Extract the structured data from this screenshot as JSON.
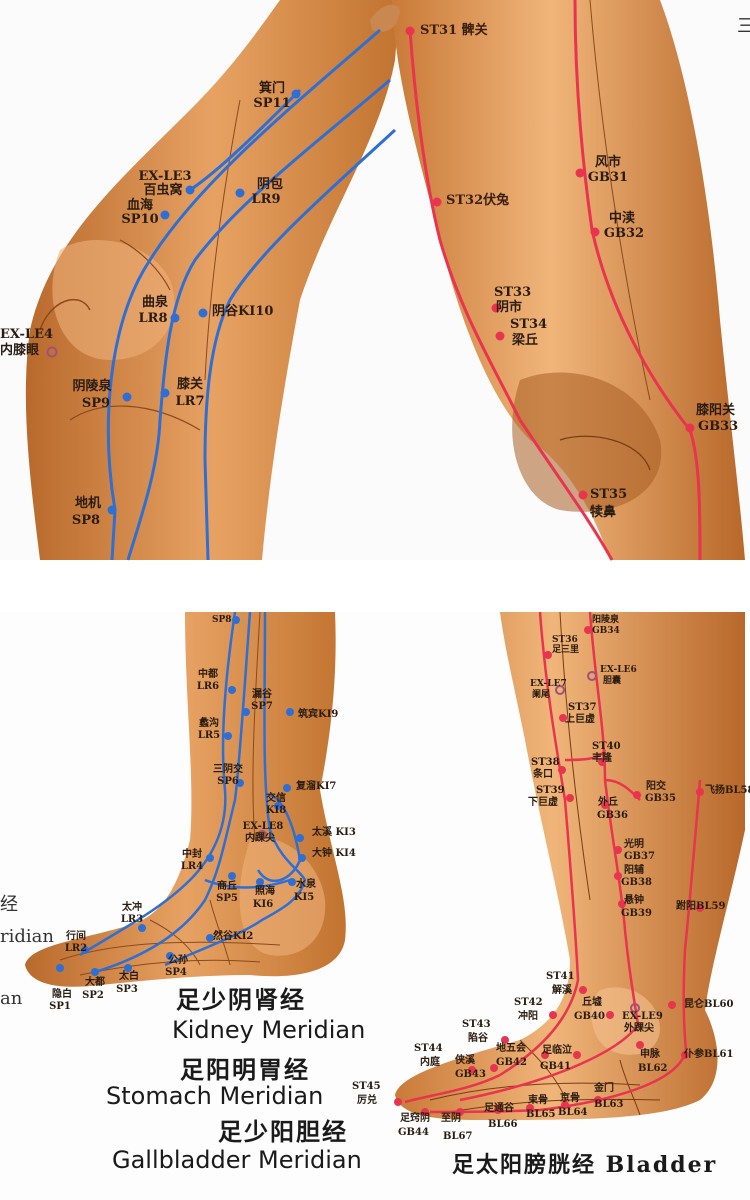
{
  "points_upper": {
    "st31": "ST31 髀关",
    "sp11": [
      "箕门",
      "SP11"
    ],
    "exle3": [
      "EX-LE3",
      "百虫窝"
    ],
    "sp10": [
      "血海",
      "SP10"
    ],
    "lr9": [
      "阴包",
      "LR9"
    ],
    "st32": "ST32伏兔",
    "gb31": [
      "风市",
      "GB31"
    ],
    "gb32": [
      "中渎",
      "GB32"
    ],
    "lr8": [
      "曲泉",
      "LR8"
    ],
    "ki10": "阴谷KI10",
    "st33": [
      "ST33",
      "阴市"
    ],
    "st34": [
      "ST34",
      "梁丘"
    ],
    "exle4": [
      "EX-LE4",
      "内膝眼"
    ],
    "sp9": [
      "阴陵泉",
      "SP9"
    ],
    "lr7": [
      "膝关",
      "LR7"
    ],
    "gb33": [
      "膝阳关",
      "GB33"
    ],
    "st35": [
      "ST35",
      "犊鼻"
    ],
    "sp8": [
      "地机",
      "SP8"
    ]
  },
  "points_lower": {
    "sp8top": "SP8",
    "lr6": [
      "中都",
      "LR6"
    ],
    "sp7": [
      "漏谷",
      "SP7"
    ],
    "ki9": "筑宾KI9",
    "lr5": [
      "蠡沟",
      "LR5"
    ],
    "sp6": [
      "三阴交",
      "SP6"
    ],
    "ki7": "复溜KI7",
    "ki8": [
      "交信",
      "KI8"
    ],
    "exle8": [
      "EX-LE8",
      "内踝尖"
    ],
    "ki3": "太溪 KI3",
    "ki4": "大钟 KI4",
    "lr4": [
      "中封",
      "LR4"
    ],
    "sp5": [
      "商丘",
      "SP5"
    ],
    "ki6": [
      "照海",
      "KI6"
    ],
    "ki5": [
      "水泉",
      "KI5"
    ],
    "lr3": [
      "太冲",
      "LR3"
    ],
    "lr2": [
      "行间",
      "LR2"
    ],
    "ki2": "然谷KI2",
    "sp4": [
      "公孙",
      "SP4"
    ],
    "sp3": [
      "太白",
      "SP3"
    ],
    "sp2": [
      "大都",
      "SP2"
    ],
    "sp1": [
      "隐白",
      "SP1"
    ],
    "gb34": [
      "阳陵泉",
      "GB34"
    ],
    "st36": [
      "ST36",
      "足三里"
    ],
    "exle6": [
      "EX-LE6",
      "胆囊"
    ],
    "exle7": [
      "EX-LE7",
      "阑尾"
    ],
    "st37": [
      "ST37",
      "上巨虚"
    ],
    "st40": [
      "ST40",
      "丰隆"
    ],
    "st38": [
      "ST38",
      "条口"
    ],
    "gb35": [
      "阳交",
      "GB35"
    ],
    "bl58": "飞扬BL58",
    "st39": [
      "ST39",
      "下巨虚"
    ],
    "gb36": [
      "外丘",
      "GB36"
    ],
    "gb37": [
      "光明",
      "GB37"
    ],
    "gb38": [
      "阳辅",
      "GB38"
    ],
    "gb39": [
      "悬钟",
      "GB39"
    ],
    "bl59": "跗阳BL59",
    "st41": [
      "ST41",
      "解溪"
    ],
    "st42": [
      "ST42",
      "冲阳"
    ],
    "gb40": [
      "丘墟",
      "GB40"
    ],
    "exle9": [
      "EX-LE9",
      "外踝尖"
    ],
    "bl60": "昆仑BL60",
    "st43": [
      "ST43",
      "陷谷"
    ],
    "st44": [
      "ST44",
      "内庭"
    ],
    "gb43": [
      "侠溪",
      "GB43"
    ],
    "gb42": [
      "地五会",
      "GB42"
    ],
    "gb41": [
      "足临泣",
      "GB41"
    ],
    "bl62": [
      "申脉",
      "BL62"
    ],
    "bl61": "仆参BL61",
    "st45": [
      "ST45",
      "厉兑"
    ],
    "gb44": [
      "足窍阴",
      "GB44"
    ],
    "bl67": [
      "至阴",
      "BL67"
    ],
    "bl66": [
      "足通谷",
      "BL66"
    ],
    "bl65": [
      "束骨",
      "BL65"
    ],
    "bl64": [
      "京骨",
      "BL64"
    ],
    "bl63": [
      "金门",
      "BL63"
    ]
  },
  "legend": {
    "kidney_cn": "足少阴肾经",
    "kidney_en": "Kidney Meridian",
    "stomach_cn": "足阳明胃经",
    "stomach_en": "Stomach Meridian",
    "gallbladder_cn": "足少阳胆经",
    "gallbladder_en": "Gallbladder Meridian",
    "bladder": "足太阳膀胱经 Bladder"
  },
  "edge_fragments": {
    "top_right": "三",
    "left_cn": "经",
    "left_en": "ridian",
    "left_en2": "an"
  },
  "colors": {
    "yin_meridian": "#2e6fd6",
    "yang_meridian": "#e8344e",
    "skin": "#d98a4a",
    "skin_shade": "#9a5420",
    "background": "#ffffff"
  }
}
